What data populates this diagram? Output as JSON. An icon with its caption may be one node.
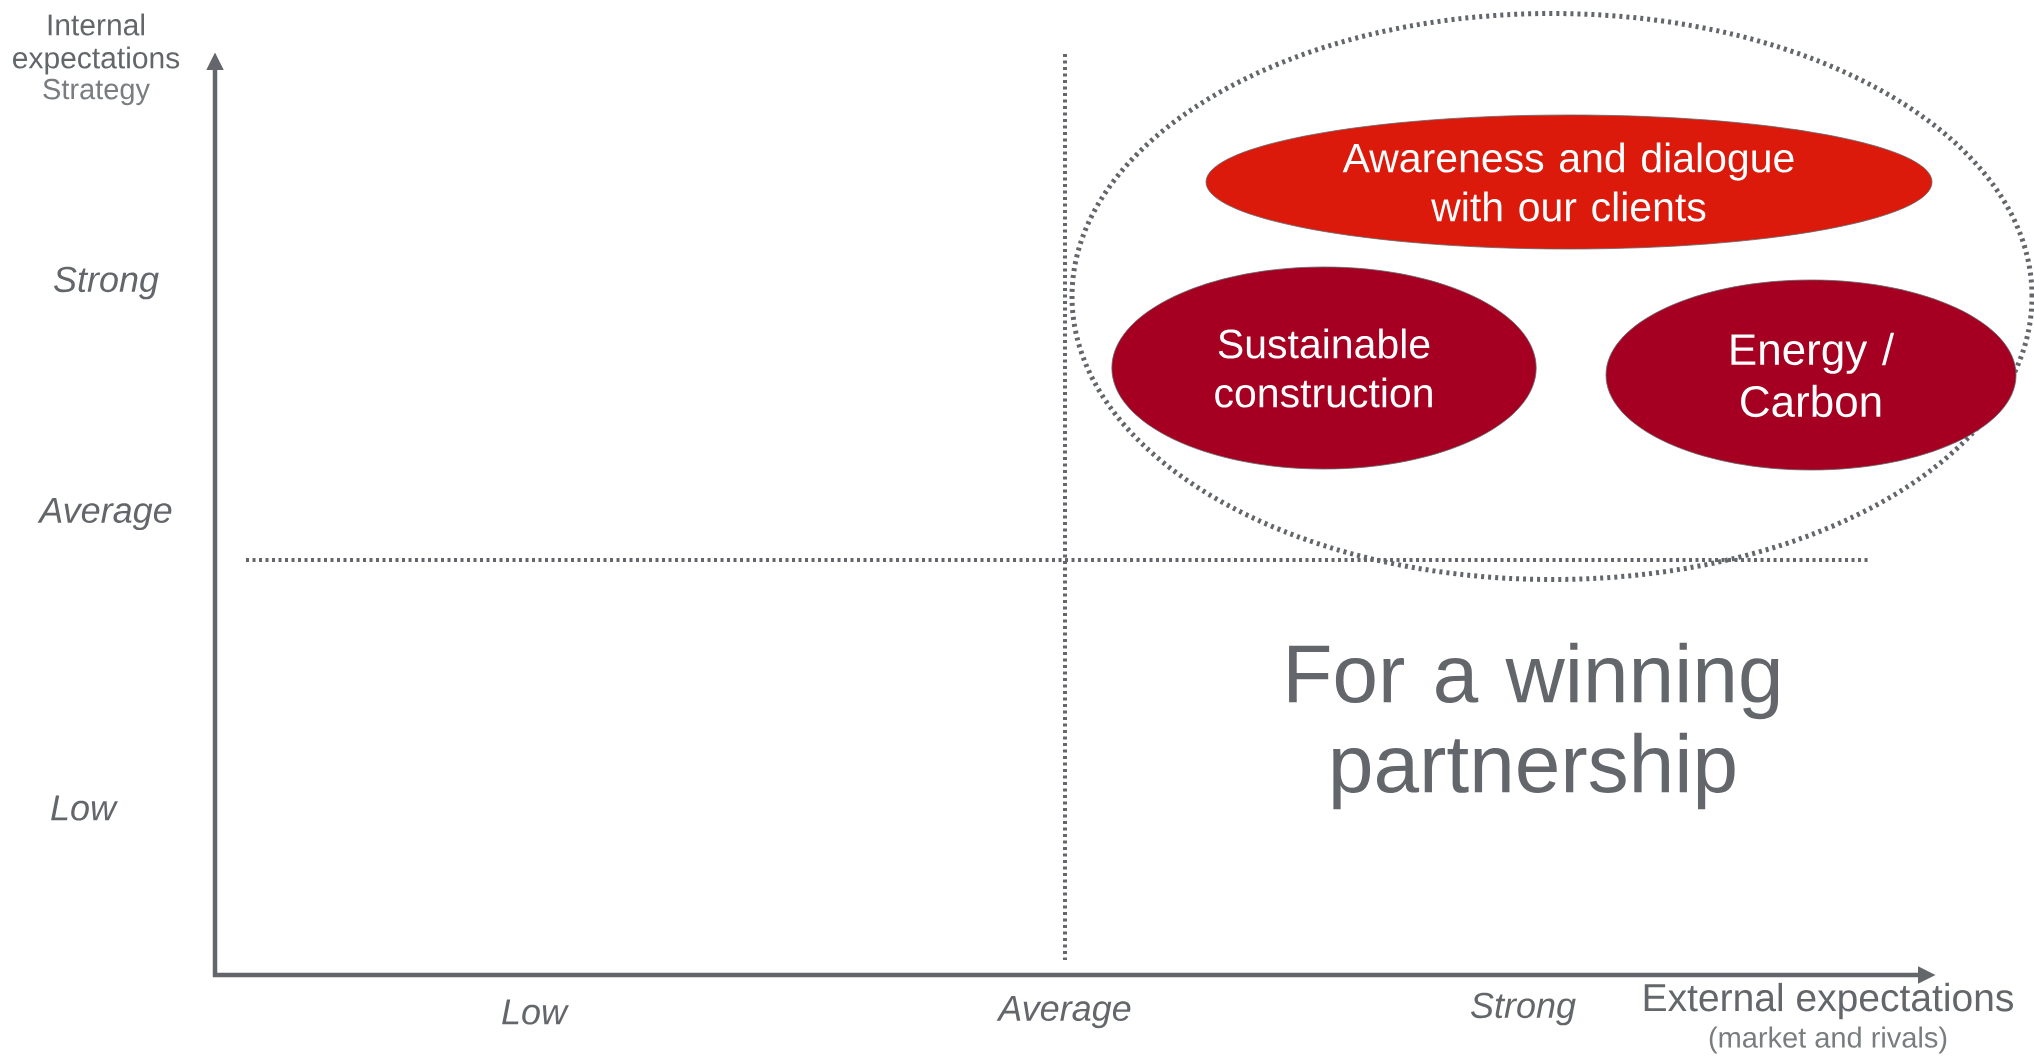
{
  "diagram": {
    "nodes": [
      {
        "text": [],
        "shape": "circle"
      },
      {
        "text": [
          "Awareness and dialogue with our clients"
        ],
        "in": 0
      },
      {
        "text": [
          "Sustainable construction"
        ],
        "in": 0
      },
      {
        "text": [
          "Energy / Carbon"
        ],
        "in": 0
      }
    ],
    "edges": [],
    "labels": [
      "Internal expectations",
      "Strategy",
      "Strong",
      "Average",
      "Low",
      "For a winning partnership",
      "Low",
      "Average",
      "Strong",
      "External expectations",
      "(market and rivals)"
    ]
  }
}
